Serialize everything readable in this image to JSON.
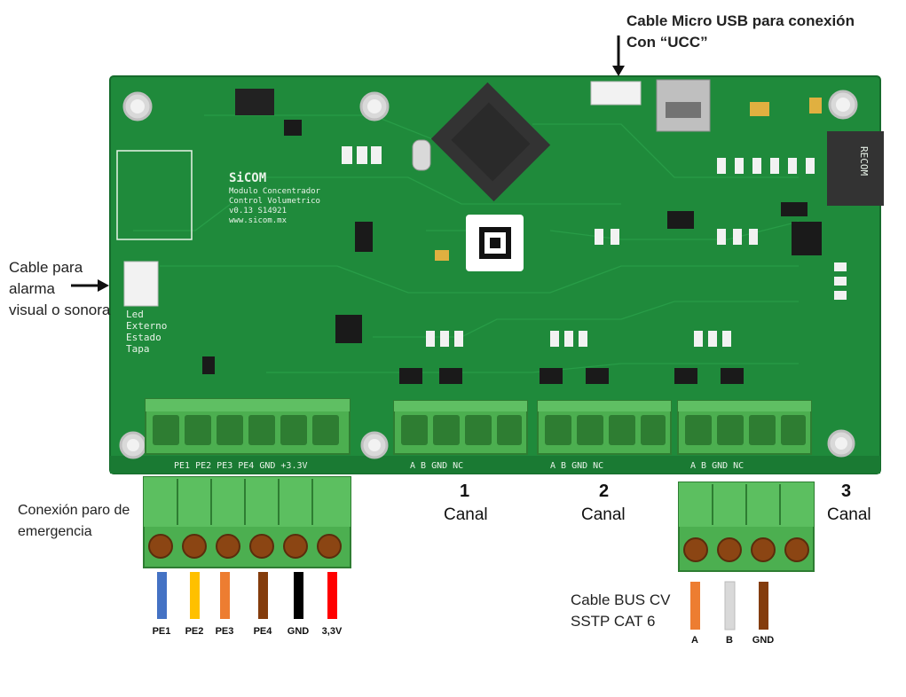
{
  "annotations": {
    "usb_cable_line1": "Cable  Micro USB para conexión",
    "usb_cable_line2": "Con “UCC”",
    "alarm_line1": "Cable para",
    "alarm_line2": "alarma",
    "alarm_line3": "visual o sonora",
    "estop_line1": "Conexión paro de",
    "estop_line2": "emergencia",
    "bus_line1": "Cable BUS CV",
    "bus_line2": "SSTP CAT 6"
  },
  "channels": [
    {
      "number": "1",
      "label": "Canal"
    },
    {
      "number": "2",
      "label": "Canal"
    },
    {
      "number": "3",
      "label": "Canal"
    }
  ],
  "board_text": {
    "brand": "SiCOM",
    "line1": "Modulo Concentrador",
    "line2": "Control Volumetrico",
    "line3": "v0.13  S14921",
    "line4": "www.sicom.mx",
    "led_line1": "Led",
    "led_line2": "Externo",
    "led_line3": "Estado",
    "led_line4": "Tapa",
    "j1_pins": "PE1  PE2  PE3  PE4  GND  +3.3V",
    "ch_pins": "A   B   GND  NC",
    "recom": "RECOM"
  },
  "estop_wires": [
    {
      "label": "PE1",
      "color": "#4472c4"
    },
    {
      "label": "PE2",
      "color": "#ffc000"
    },
    {
      "label": "PE3",
      "color": "#ed7d31"
    },
    {
      "label": "PE4",
      "color": "#843c0c"
    },
    {
      "label": "GND",
      "color": "#000000"
    },
    {
      "label": "3,3V",
      "color": "#ff0000"
    }
  ],
  "bus_wires": [
    {
      "label": "A",
      "color": "#ed7d31"
    },
    {
      "label": "B",
      "color": "#d9d9d9"
    },
    {
      "label": "GND",
      "color": "#843c0c"
    }
  ],
  "colors": {
    "pcb": "#1e8a3a",
    "terminal": "#4caf50",
    "screw": "#8b4513"
  }
}
